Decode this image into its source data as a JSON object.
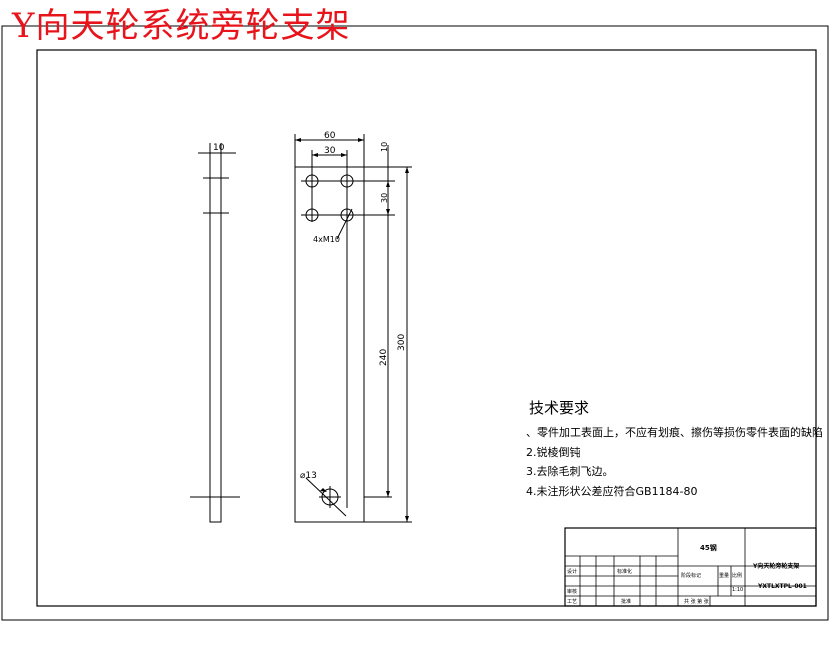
{
  "title": "Y向天轮系统旁轮支架",
  "dims": {
    "thickness": "10",
    "width": "60",
    "hole_spacing_x": "30",
    "top_offset": "10",
    "hole_spacing_y": "30",
    "holes_callout": "4xM10",
    "pitch": "240",
    "length": "300",
    "big_hole": "⌀13"
  },
  "tech": {
    "heading": "技术要求",
    "items": [
      "、零件加工表面上，不应有划痕、擦伤等损伤零件表面的缺陷",
      "2.锐棱倒钝",
      "3.去除毛刺飞边。",
      "4.未注形状公差应符合GB1184-80"
    ]
  },
  "title_block": {
    "material": "45钢",
    "name": "Y向天轮旁轮支架",
    "drawing_no": "YXTLXTPL-001",
    "scale": "1:10",
    "sheet": "共 张 第 张",
    "signature": "标准化",
    "stage_mark": "阶段标记",
    "weight": "重量",
    "ratio_label": "比例",
    "designer": "设计",
    "checker": "审核",
    "process": "工艺",
    "approve": "批准"
  }
}
